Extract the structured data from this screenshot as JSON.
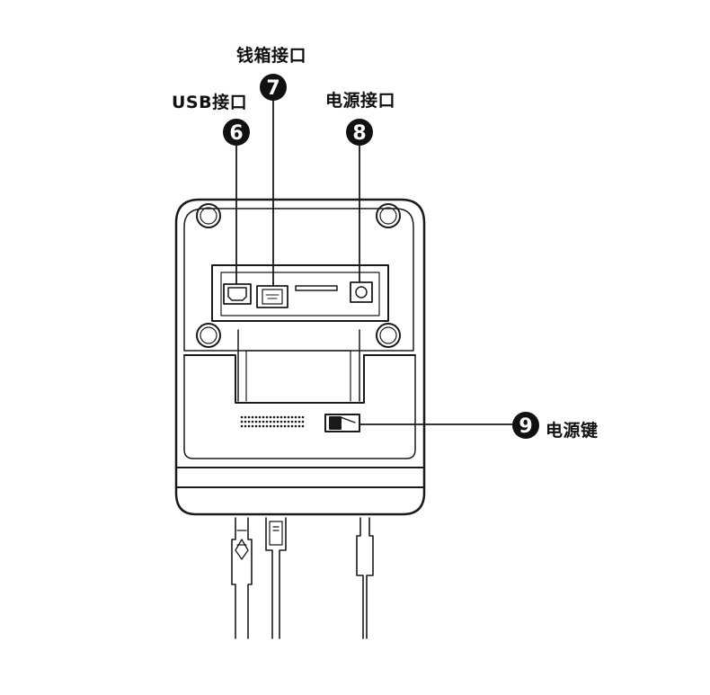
{
  "callouts": [
    {
      "id": "usb",
      "number": "6",
      "label": "USB接口"
    },
    {
      "id": "cashbox",
      "number": "7",
      "label": "钱箱接口"
    },
    {
      "id": "power-port",
      "number": "8",
      "label": "电源接口"
    },
    {
      "id": "power-switch",
      "number": "9",
      "label": "电源键"
    }
  ],
  "colors": {
    "line": "#1a1a1a",
    "badge": "#111111",
    "background": "#ffffff"
  }
}
